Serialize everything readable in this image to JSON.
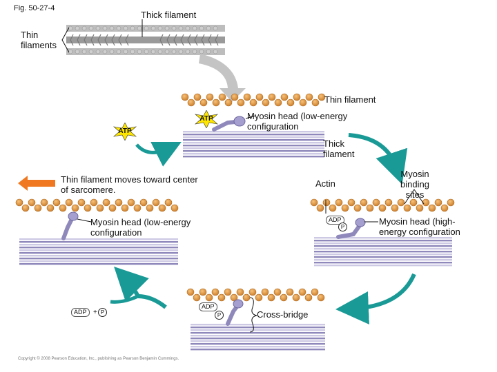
{
  "figure": {
    "fig_label": "Fig. 50-27-4",
    "thick_filament_top": "Thick filament",
    "thin_filaments": "Thin filaments",
    "thin_filament": "Thin filament",
    "myosin_head_low_1": "Myosin head (low-energy configuration",
    "thick_filament_right": "Thick filament",
    "atp_label": "ATP",
    "thin_filament_moves": "Thin filament moves toward center of sarcomere.",
    "actin": "Actin",
    "myosin_binding_sites": "Myosin binding sites",
    "myosin_head_high": "Myosin head (high-energy configuration",
    "myosin_head_low_2": "Myosin head (low-energy configuration",
    "adp": "ADP",
    "pi": "P",
    "plus": "+",
    "cross_bridge": "Cross-bridge",
    "copyright": "Copyright © 2008 Pearson Education, Inc., publishing as Pearson Benjamin Cummings."
  },
  "colors": {
    "actin_bead": "#e29a3f",
    "actin_dark": "#b06a20",
    "myosin_stripe_light": "#c9c5e0",
    "myosin_stripe_dark": "#7d76ad",
    "arrow_teal": "#1a9a96",
    "arrow_orange": "#f07820",
    "atp_star": "#ffe600",
    "top_filament": "#8e8e8e"
  },
  "icons": [
    "atp-star-icon",
    "curved-arrow-icon",
    "left-arrow-icon",
    "phosphate-icon"
  ]
}
